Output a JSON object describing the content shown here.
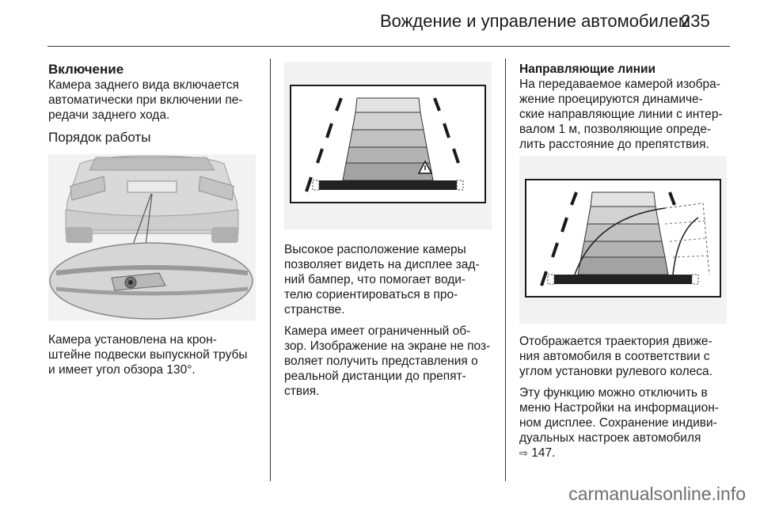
{
  "header": {
    "title": "Вождение и управление автомобилем",
    "page_number": "235"
  },
  "col1": {
    "heading": "Включение",
    "intro": "Камера заднего вида включается\nавтоматически при включении пе-\nредачи заднего хода.",
    "subheading": "Порядок работы",
    "caption": "Камера установлена на крон-\nштейне подвески выпускной трубы\nи имеет угол обзора 130°."
  },
  "col2": {
    "para1": "Высокое расположение камеры\nпозволяет видеть на дисплее зад-\nний бампер, что помогает води-\nтелю сориентироваться в про-\nстранстве.",
    "para2": "Камера имеет ограниченный об-\nзор. Изображение на экране не поз-\nволяет получить представления о\nреальной дистанции до препят-\nствия."
  },
  "col3": {
    "heading": "Направляющие линии",
    "para1": "На передаваемое камерой изобра-\nжение проецируются динамиче-\nские направляющие линии с интер-\nвалом 1 м, позволяющие опреде-\nлить расстояние до препятствия.",
    "para2": "Отображается траектория движе-\nния автомобиля в соответствии с\nуглом установки рулевого колеса.",
    "para3_main": "Эту функцию можно отключить в\nменю Настройки на информацион-\nном дисплее. Сохранение индиви-\nдуальных настроек автомобиля",
    "page_ref_icon": "arrow-reference-icon",
    "page_ref": "147."
  },
  "watermark": "carmanualsonline.info"
}
